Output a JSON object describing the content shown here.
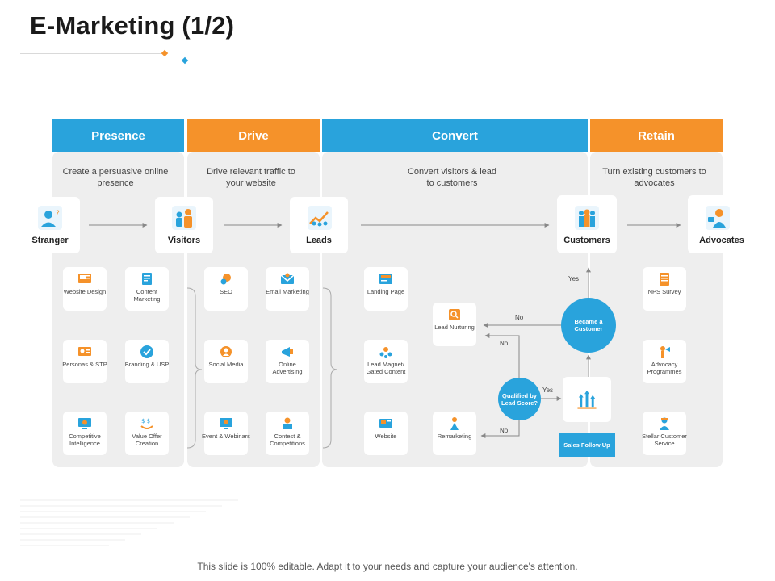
{
  "title": "E-Marketing (1/2)",
  "colors": {
    "blue": "#29a3dc",
    "orange": "#f5922a",
    "panel": "#eeeeee"
  },
  "headers": [
    {
      "label": "Presence",
      "color": "blue"
    },
    {
      "label": "Drive",
      "color": "orange"
    },
    {
      "label": "Convert",
      "color": "blue"
    },
    {
      "label": "Retain",
      "color": "orange"
    }
  ],
  "descriptions": [
    "Create a persuasive online presence",
    "Drive relevant traffic to your website",
    "Convert visitors & lead to customers",
    "Turn existing customers to advocates"
  ],
  "stages": [
    {
      "label": "Stranger",
      "icon": "stranger-icon"
    },
    {
      "label": "Visitors",
      "icon": "visitors-icon"
    },
    {
      "label": "Leads",
      "icon": "leads-icon"
    },
    {
      "label": "Customers",
      "icon": "customers-icon"
    },
    {
      "label": "Advocates",
      "icon": "advocates-icon"
    }
  ],
  "presence_cards": [
    {
      "label": "Website Design",
      "icon": "website-design-icon"
    },
    {
      "label": "Content Marketing",
      "icon": "content-marketing-icon"
    },
    {
      "label": "Personas & STP",
      "icon": "personas-icon"
    },
    {
      "label": "Branding & USP",
      "icon": "branding-icon"
    },
    {
      "label": "Competitive Intelligence",
      "icon": "competitive-intelligence-icon"
    },
    {
      "label": "Value Offer Creation",
      "icon": "value-offer-icon"
    }
  ],
  "drive_cards": [
    {
      "label": "SEO",
      "icon": "seo-icon"
    },
    {
      "label": "Email Marketing",
      "icon": "email-marketing-icon"
    },
    {
      "label": "Social Media",
      "icon": "social-media-icon"
    },
    {
      "label": "Online Advertising",
      "icon": "online-advertising-icon"
    },
    {
      "label": "Event & Webinars",
      "icon": "event-icon"
    },
    {
      "label": "Contest & Competitions",
      "icon": "contest-icon"
    }
  ],
  "convert_cards": [
    {
      "label": "Landing Page",
      "icon": "landing-page-icon"
    },
    {
      "label": "Lead Nurturing",
      "icon": "lead-nurturing-icon"
    },
    {
      "label": "Lead Magnet/ Gated Content",
      "icon": "lead-magnet-icon"
    },
    {
      "label": "Website",
      "icon": "website-icon"
    },
    {
      "label": "Remarketing",
      "icon": "remarketing-icon"
    },
    {
      "label": "",
      "icon": "growth-chart-icon"
    }
  ],
  "retain_cards": [
    {
      "label": "NPS Survey",
      "icon": "nps-survey-icon"
    },
    {
      "label": "Advocacy Programmes",
      "icon": "advocacy-icon"
    },
    {
      "label": "Stellar Customer Service",
      "icon": "customer-service-icon"
    }
  ],
  "decisions": {
    "became_customer": "Became a Customer",
    "qualified": "Qualified by Lead Score?",
    "sales_follow_up": "Sales Follow Up"
  },
  "flow_labels": {
    "yes_top": "Yes",
    "no_top": "No",
    "no_mid": "No",
    "yes_mid": "Yes",
    "no_bottom": "No"
  },
  "footer": "This slide is 100% editable. Adapt it to your needs and capture your audience's attention."
}
